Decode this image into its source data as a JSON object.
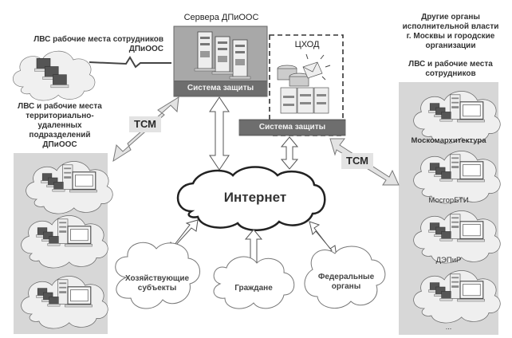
{
  "servers": {
    "title": "Сервера ДПиООС",
    "security_label": "Система защиты"
  },
  "data_center": {
    "title": "ЦХОД",
    "security_label": "Система защиты"
  },
  "lan_staff": {
    "label_line1": "ЛВС рабочие места сотрудников",
    "label_line2": "ДПиООС"
  },
  "remote_units": {
    "label_lines": [
      "ЛВС и рабочие места",
      "территориально-",
      "удаленных",
      "подразделений",
      "ДПиООС"
    ]
  },
  "other_authorities": {
    "label_lines": [
      "Другие органы",
      "исполнительной власти",
      "г. Москвы и городские",
      "организации"
    ],
    "sublabel_lines": [
      "ЛВС и рабочие места",
      "сотрудников"
    ],
    "organizations": [
      "Москомархитектура",
      "МосгорБТИ",
      "ДЭПиР"
    ],
    "more": "..."
  },
  "links": {
    "left_tcm": "ТСМ",
    "right_tcm": "ТСМ"
  },
  "internet": {
    "label": "Интернет"
  },
  "clients": [
    {
      "line1": "Хозяйствующие",
      "line2": "субъекты"
    },
    {
      "line1": "Граждане",
      "line2": ""
    },
    {
      "line1": "Федеральные",
      "line2": "органы"
    }
  ]
}
